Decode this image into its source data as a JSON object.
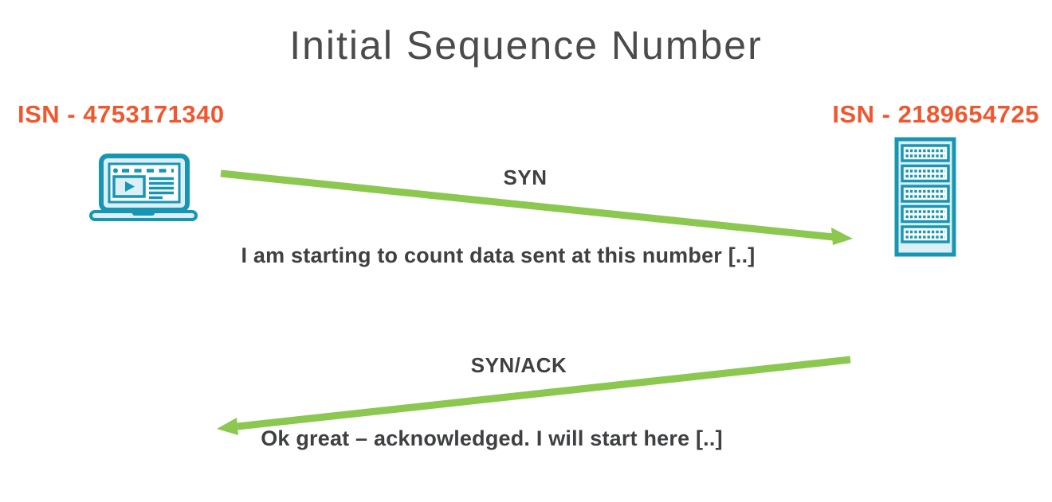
{
  "title": "Initial Sequence Number",
  "client": {
    "isn_label": "ISN - 4753171340",
    "icon": "laptop-icon"
  },
  "server": {
    "isn_label": "ISN - 2189654725",
    "icon": "server-icon"
  },
  "messages": [
    {
      "label": "SYN",
      "direction": "client-to-server",
      "note": "I am starting to count data sent at this number [..]"
    },
    {
      "label": "SYN/ACK",
      "direction": "server-to-client",
      "note": "Ok great – acknowledged. I will start here [..]"
    }
  ],
  "colors": {
    "accent_orange": "#F0572F",
    "arrow_green": "#8CC750",
    "icon_teal": "#1796B4",
    "icon_fill": "#DDEFF6",
    "text_dark": "#3F4042",
    "title_gray": "#4B4B4D"
  }
}
